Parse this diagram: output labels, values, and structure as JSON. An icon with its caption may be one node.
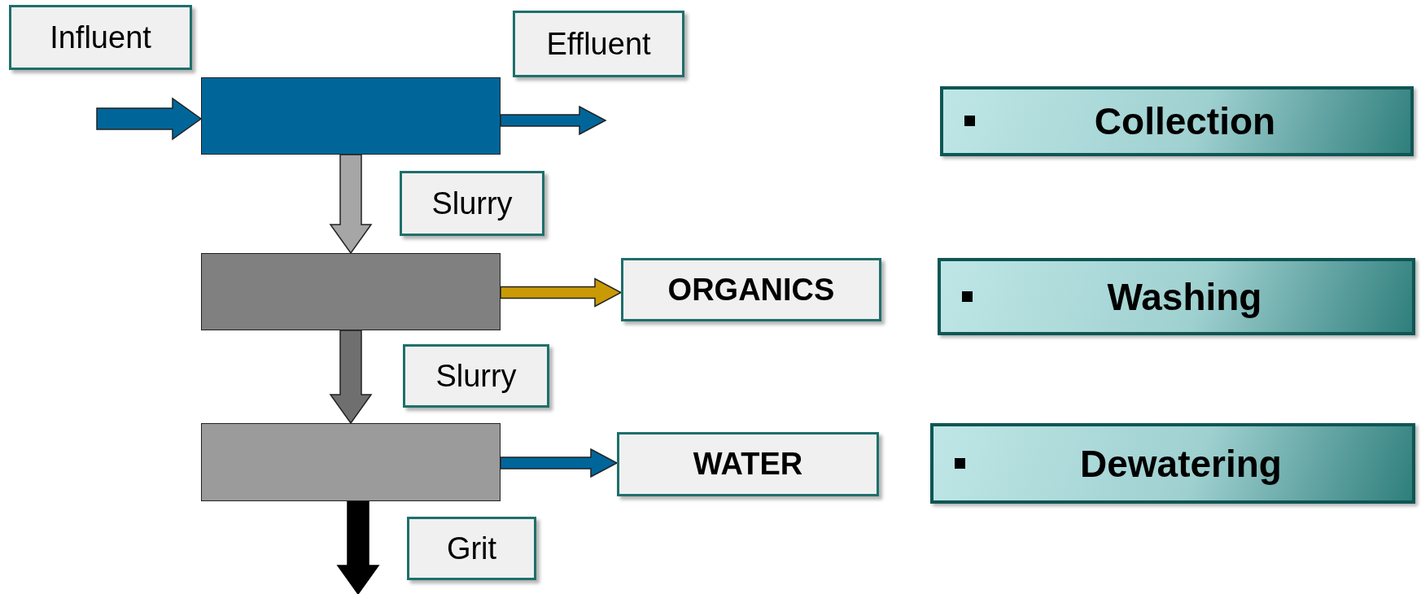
{
  "diagram": {
    "nodes": [
      {
        "text": [],
        "shape": "box"
      },
      {
        "text": [],
        "shape": "box"
      },
      {
        "text": [
          "ORGANICS"
        ]
      },
      {
        "text": [],
        "shape": "box"
      },
      {
        "text": [
          "WATER"
        ]
      },
      {
        "text": [
          "Collection"
        ]
      },
      {
        "text": [
          "Washing"
        ]
      },
      {
        "text": [
          "Dewatering"
        ]
      }
    ],
    "edges": [
      {
        "from": null,
        "to": 0,
        "arrow": "to",
        "label": "Influent",
        "style": "thick"
      },
      {
        "from": 0,
        "to": null,
        "arrow": "to",
        "label": "Effluent"
      },
      {
        "from": 0,
        "to": 1,
        "arrow": "to",
        "label": "Slurry",
        "style": "thick",
        "color": "#a6a6a6"
      },
      {
        "from": 1,
        "to": 2,
        "arrow": "to",
        "color": "#c99a06"
      },
      {
        "from": 1,
        "to": 3,
        "arrow": "to",
        "label": "Slurry",
        "style": "thick",
        "color": "#6f6f6f"
      },
      {
        "from": 3,
        "to": 4,
        "arrow": "to"
      },
      {
        "from": 3,
        "to": null,
        "arrow": "to",
        "label": "Grit",
        "style": "thick",
        "color": "#000000"
      }
    ]
  }
}
